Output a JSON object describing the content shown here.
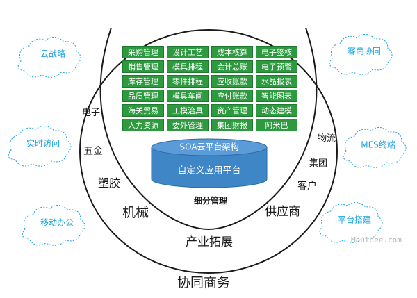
{
  "grid_cells": [
    "采购管理",
    "设计工艺",
    "成本核算",
    "电子签核",
    "销售管理",
    "模具排程",
    "会计总账",
    "电子预警",
    "库存管理",
    "零件排程",
    "应收账款",
    "水晶报表",
    "品质管理",
    "模具车间",
    "应付账款",
    "智能图表",
    "海关贸易",
    "工模治具",
    "资产管理",
    "动态建模",
    "人力资源",
    "委外管理",
    "集团财报",
    "阿米巴"
  ],
  "cylinder": {
    "top_label": "SOA云平台架构",
    "body_label": "自定义应用平台"
  },
  "center_caption": "细分管理",
  "left_industries": [
    "电子",
    "五金",
    "塑胶",
    "机械"
  ],
  "right_industries": [
    "物流",
    "集团",
    "客户",
    "供应商"
  ],
  "bottom_ring_label": "产业拓展",
  "footer_title": "协同商务",
  "clouds": [
    "云战略",
    "实时访问",
    "移动办公",
    "客商协同",
    "MES终端",
    "平台搭建"
  ],
  "watermark": "Mouldee.com",
  "colors": {
    "grid_green": "#2e9a3f",
    "cylinder_blue": "#3f86c7",
    "cloud_text": "#1aa3e0"
  }
}
